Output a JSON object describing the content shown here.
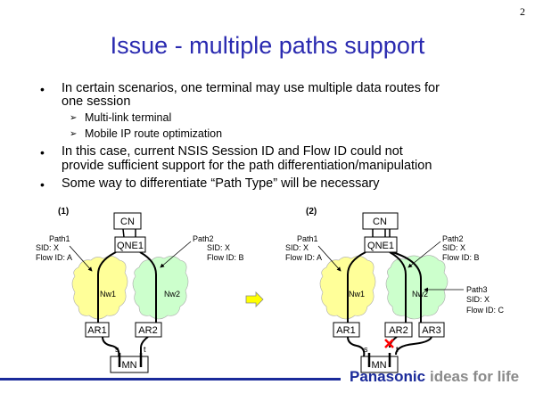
{
  "page_number": "2",
  "title": "Issue - multiple paths support",
  "bullets": [
    {
      "lines": [
        "In certain scenarios, one terminal may use multiple data routes for",
        "one session"
      ],
      "subitems": [
        "Multi-link terminal",
        "Mobile IP route optimization"
      ]
    },
    {
      "lines": [
        "In this case, current NSIS Session ID and Flow ID could not",
        "provide sufficient support for the path differentiation/manipulation"
      ]
    },
    {
      "lines": [
        "Some way to differentiate “Path Type” will be necessary"
      ]
    }
  ],
  "diagram1": {
    "label": "(1)",
    "cn": "CN",
    "qne": "QNE1",
    "nw1": "Nw1",
    "nw2": "Nw2",
    "ar1": "AR1",
    "ar2": "AR2",
    "mn": "MN",
    "s": "s",
    "t": "t",
    "path1": {
      "name": "Path1",
      "sid": "SID: X",
      "flow": "Flow ID: A"
    },
    "path2": {
      "name": "Path2",
      "sid": "SID: X",
      "flow": "Flow ID: B"
    }
  },
  "diagram2": {
    "label": "(2)",
    "cn": "CN",
    "qne": "QNE1",
    "nw1": "Nw1",
    "nw2": "Nw2",
    "ar1": "AR1",
    "ar2": "AR2",
    "ar3": "AR3",
    "mn": "MN",
    "s": "s",
    "t": "t",
    "path1": {
      "name": "Path1",
      "sid": "SID: X",
      "flow": "Flow ID: A"
    },
    "path2": {
      "name": "Path2",
      "sid": "SID: X",
      "flow": "Flow ID: B"
    },
    "path3": {
      "name": "Path3",
      "sid": "SID: X",
      "flow": "Flow ID: C"
    }
  },
  "footer": {
    "brand": "Panasonic",
    "tagline": "ideas for life"
  },
  "colors": {
    "title": "#2a2ab0",
    "nw1": "#ffff99",
    "nw2": "#ccffcc",
    "arrow": "#ffff00",
    "cross": "#ff0000",
    "brand": "#1a2a9a"
  }
}
